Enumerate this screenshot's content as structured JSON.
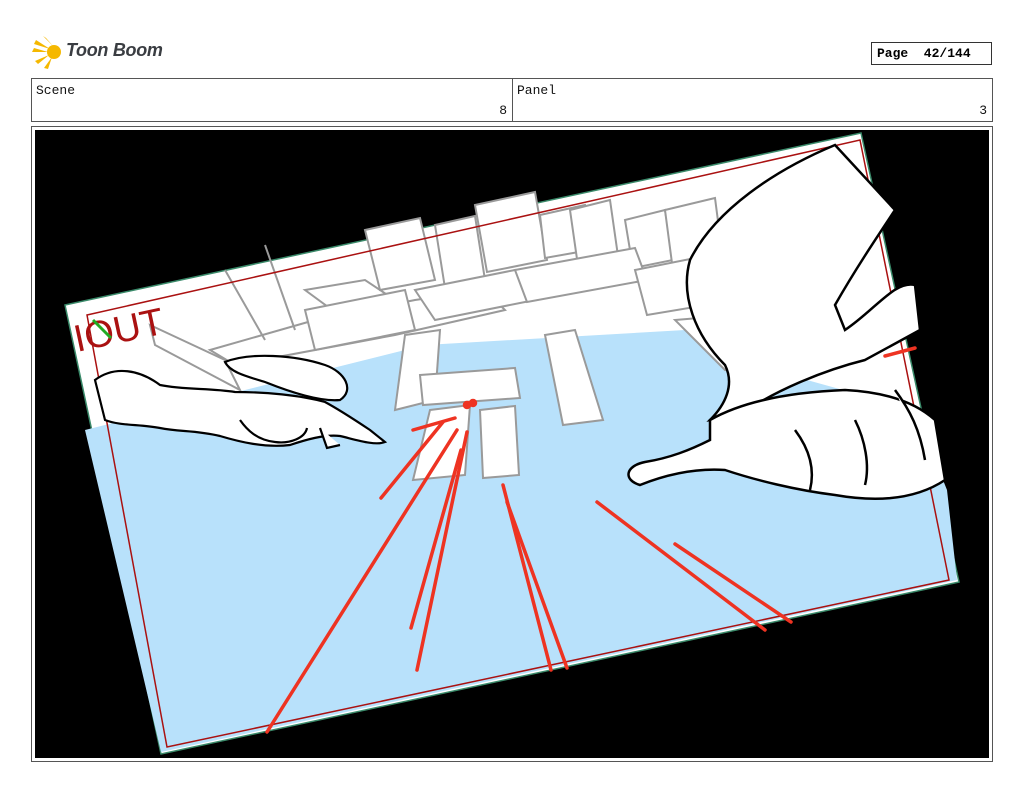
{
  "brand": {
    "logo_text": "Toon Boom",
    "accent_color": "#f5b800",
    "logo_icon": "starburst-logo-icon"
  },
  "page": {
    "label": "Page",
    "number": "42/144",
    "display": "Page  42/144"
  },
  "scene": {
    "label": "Scene",
    "value": "8"
  },
  "panel": {
    "label": "Panel",
    "value": "3"
  },
  "artwork": {
    "annotation_text": "IOUT",
    "colors": {
      "background": "#000000",
      "water": "#b8e1fb",
      "speed_lines": "#ee3322",
      "safe_frame": "#aa1111",
      "annotation": "#aa1111",
      "annotation_accent": "#22aa22"
    }
  }
}
